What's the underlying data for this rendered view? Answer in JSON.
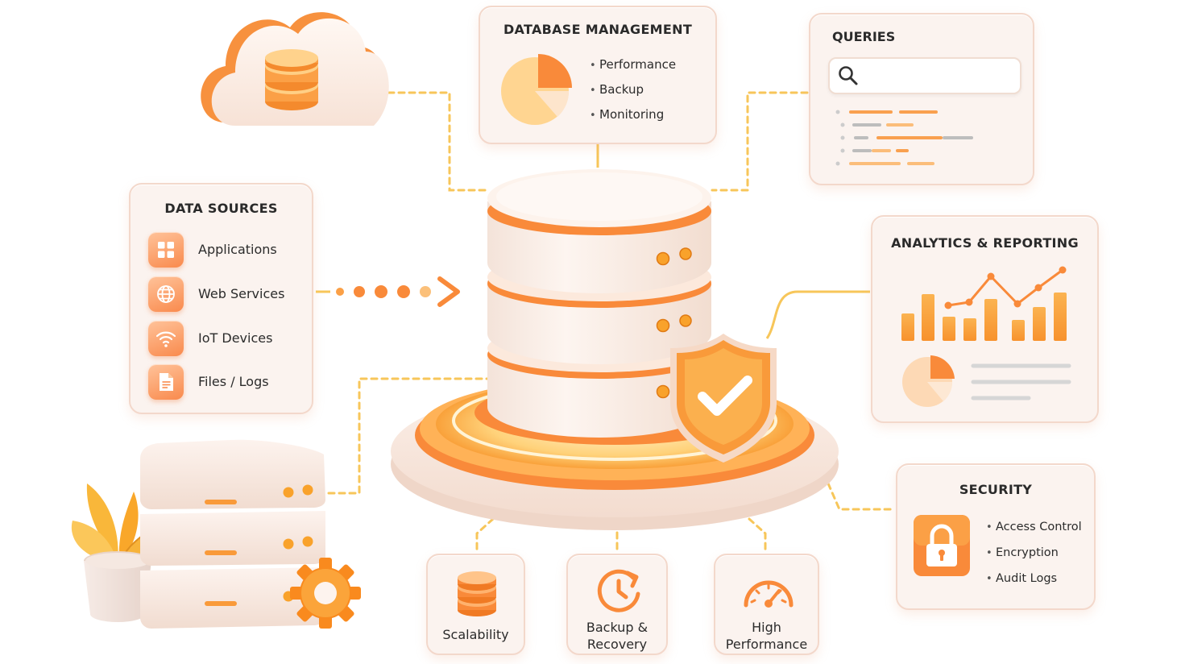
{
  "db_management": {
    "title": "DATABASE MANAGEMENT",
    "items": [
      "Performance",
      "Backup",
      "Monitoring"
    ]
  },
  "queries": {
    "title": "QUERIES"
  },
  "data_sources": {
    "title": "DATA SOURCES",
    "items": [
      {
        "label": "Applications",
        "icon": "grid-icon"
      },
      {
        "label": "Web Services",
        "icon": "globe-icon"
      },
      {
        "label": "IoT Devices",
        "icon": "wifi-icon"
      },
      {
        "label": "Files / Logs",
        "icon": "file-icon"
      }
    ]
  },
  "analytics": {
    "title": "ANALYTICS & REPORTING"
  },
  "security": {
    "title": "SECURITY",
    "items": [
      "Access Control",
      "Encryption",
      "Audit Logs"
    ]
  },
  "features": {
    "scalability": "Scalability",
    "backup_line1": "Backup &",
    "backup_line2": "Recovery",
    "perf_line1": "High",
    "perf_line2": "Performance"
  },
  "colors": {
    "accent_orange": "#f98a3a",
    "light_orange": "#ffc07a",
    "connector_yellow": "#f7c65a",
    "card_bg": "#fbf3ef",
    "card_border": "#f3d8cb"
  }
}
